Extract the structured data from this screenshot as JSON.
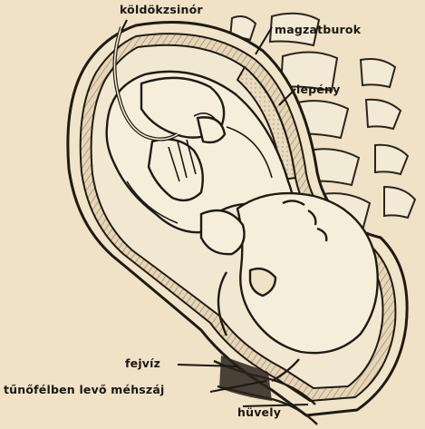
{
  "figure": {
    "labels": {
      "koldokzsinor": "köldökzsinór",
      "magzatburok": "magzatburok",
      "lepeny": "lepény",
      "fejviz": "fejvíz",
      "mehszaj": "tűnőfélben levő méhszáj",
      "huvely": "hüvely"
    }
  }
}
